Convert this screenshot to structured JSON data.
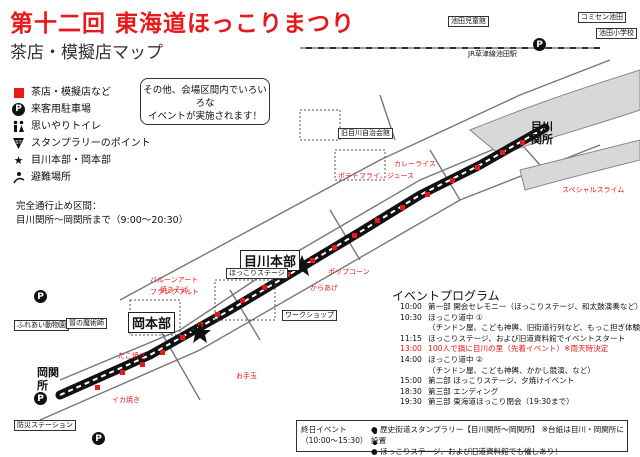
{
  "title": "第十二回 東海道ほっこりまつり",
  "subtitle": "茶店・模擬店マップ",
  "legend": [
    {
      "icon": "red-square-icon",
      "label": "茶店・模擬店など"
    },
    {
      "icon": "parking-icon",
      "label": "来客用駐車場"
    },
    {
      "icon": "restroom-icon",
      "label": "思いやりトイレ"
    },
    {
      "icon": "stamp-icon",
      "label": "スタンプラリーのポイント"
    },
    {
      "icon": "star-icon",
      "label": "目川本部・岡本部"
    },
    {
      "icon": "evacuation-icon",
      "label": "避難場所"
    }
  ],
  "notice": {
    "line1": "その他、会場区間内でいろいろな",
    "line2": "イベントが実施されます！"
  },
  "traffic": {
    "line1": "完全通行止め区間：",
    "line2": "目川関所〜岡関所まで（9:00〜20:30）"
  },
  "program_title": "イベントプログラム",
  "program": [
    {
      "time": "10:00",
      "text": "第一部 開会セレモニー（ほっこりステージ、和太鼓演奏など）",
      "red": false
    },
    {
      "time": "10:30",
      "text": "ほっこり道中 ①",
      "red": false
    },
    {
      "time": "",
      "text": "（チンドン屋、こども神輿、旧街道行列など、もっこ担ぎ体験など）",
      "red": false
    },
    {
      "time": "11:15",
      "text": "ほっこりステージ、および旧道資料館でイベントスタート",
      "red": false
    },
    {
      "time": "13:00",
      "text": "100人で鍋に目川の里（先着イベント）※雨天時決定",
      "red": true
    },
    {
      "time": "14:00",
      "text": "ほっこり道中 ②",
      "red": false
    },
    {
      "time": "",
      "text": "（チンドン屋、こども神輿、かかし競演、など）",
      "red": false
    },
    {
      "time": "15:00",
      "text": "第二部 ほっこりステージ、夕焼けイベント",
      "red": false
    },
    {
      "time": "18:30",
      "text": "第三部 エンディング",
      "red": false
    },
    {
      "time": "19:30",
      "text": "第三部 東海道ほっこり閉会（19:30まで）",
      "red": false
    }
  ],
  "allday": {
    "label": "終日イベント",
    "time": "（10:00〜15:30）",
    "item1": "● 歴史街道スタンプラリー【目川関所〜岡関所】 ※台紙は目川・岡関所に設置",
    "item2": "● ほっこりステージ、および旧道資料館でも催しあり！"
  },
  "areas": {
    "megawa_hq": "目川本部",
    "oka_hq": "岡本部",
    "megawa_gate": "目川関所",
    "oka_gate": "岡関所"
  },
  "labels": [
    {
      "text": "ほっこりステージ",
      "red": false,
      "box": true
    },
    {
      "text": "ポップコーン",
      "red": true,
      "box": false
    },
    {
      "text": "からあげ",
      "red": true,
      "box": false
    },
    {
      "text": "カレーライス",
      "red": true,
      "box": false
    },
    {
      "text": "ポテトフライ、ジュース",
      "red": true,
      "box": false
    },
    {
      "text": "スペシャルスライム",
      "red": true,
      "box": false
    },
    {
      "text": "たこ焼き",
      "red": true,
      "box": false
    },
    {
      "text": "焼きそば",
      "red": true,
      "box": false
    },
    {
      "text": "フランクフルト",
      "red": true,
      "box": false
    },
    {
      "text": "ふれあい動物園",
      "red": false,
      "box": true
    },
    {
      "text": "冒の魔術師",
      "red": false,
      "box": true
    },
    {
      "text": "池田児童館",
      "red": false,
      "box": true
    },
    {
      "text": "コミセン池田",
      "red": false,
      "box": true
    },
    {
      "text": "JR草津線池田駅",
      "red": false,
      "box": false
    },
    {
      "text": "池田小学校",
      "red": false,
      "box": true
    },
    {
      "text": "旧目川自治会館",
      "red": false,
      "box": true
    },
    {
      "text": "防災ステーション",
      "red": false,
      "box": true
    },
    {
      "text": "お手玉",
      "red": true,
      "box": false
    },
    {
      "text": "イカ焼き",
      "red": true,
      "box": false
    },
    {
      "text": "バルーンアート",
      "red": true,
      "box": false
    },
    {
      "text": "ワークショップ",
      "red": false,
      "box": true
    }
  ]
}
